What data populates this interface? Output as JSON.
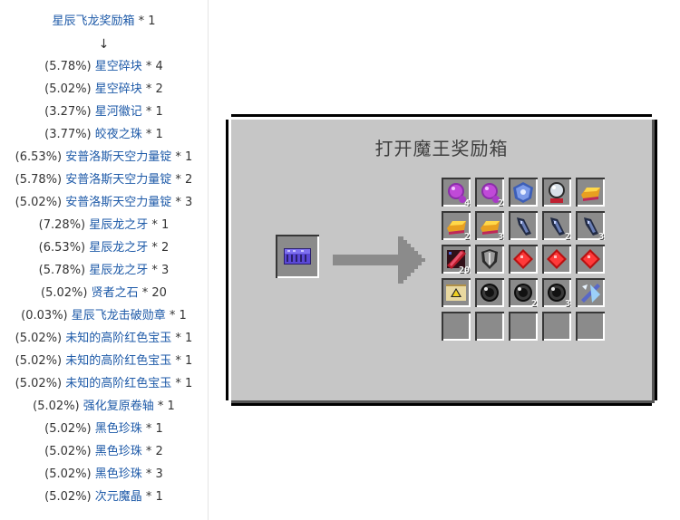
{
  "drop_list": {
    "source": {
      "name": "星辰飞龙奖励箱",
      "qty": "* 1"
    },
    "arrow": "↓",
    "items": [
      {
        "pct": "(5.78%)",
        "name": "星空碎块",
        "qty": "* 4"
      },
      {
        "pct": "(5.02%)",
        "name": "星空碎块",
        "qty": "* 2"
      },
      {
        "pct": "(3.27%)",
        "name": "星河徽记",
        "qty": "* 1"
      },
      {
        "pct": "(3.77%)",
        "name": "皎夜之珠",
        "qty": "* 1"
      },
      {
        "pct": "(6.53%)",
        "name": "安普洛斯天空力量锭",
        "qty": "* 1"
      },
      {
        "pct": "(5.78%)",
        "name": "安普洛斯天空力量锭",
        "qty": "* 2"
      },
      {
        "pct": "(5.02%)",
        "name": "安普洛斯天空力量锭",
        "qty": "* 3"
      },
      {
        "pct": "(7.28%)",
        "name": "星辰龙之牙",
        "qty": "* 1"
      },
      {
        "pct": "(6.53%)",
        "name": "星辰龙之牙",
        "qty": "* 2"
      },
      {
        "pct": "(5.78%)",
        "name": "星辰龙之牙",
        "qty": "* 3"
      },
      {
        "pct": "(5.02%)",
        "name": "贤者之石",
        "qty": "* 20"
      },
      {
        "pct": "(0.03%)",
        "name": "星辰飞龙击破勋章",
        "qty": "* 1"
      },
      {
        "pct": "(5.02%)",
        "name": "未知的高阶红色宝玉",
        "qty": "* 1"
      },
      {
        "pct": "(5.02%)",
        "name": "未知的高阶红色宝玉",
        "qty": "* 1"
      },
      {
        "pct": "(5.02%)",
        "name": "未知的高阶红色宝玉",
        "qty": "* 1"
      },
      {
        "pct": "(5.02%)",
        "name": "强化复原卷轴",
        "qty": "* 1"
      },
      {
        "pct": "(5.02%)",
        "name": "黑色珍珠",
        "qty": "* 1"
      },
      {
        "pct": "(5.02%)",
        "name": "黑色珍珠",
        "qty": "* 2"
      },
      {
        "pct": "(5.02%)",
        "name": "黑色珍珠",
        "qty": "* 3"
      },
      {
        "pct": "(5.02%)",
        "name": "次元魔晶",
        "qty": "* 1"
      }
    ]
  },
  "gui": {
    "title": "打开魔王奖励箱",
    "input_item": {
      "icon": "reward-chest-icon"
    },
    "colors": {
      "panel": "#c6c6c6",
      "slot": "#8b8b8b",
      "arrow": "#8b8b8b",
      "link": "#1e5aa8"
    },
    "output_slots": [
      {
        "icon": "purple-orb-icon",
        "count": "4"
      },
      {
        "icon": "purple-orb-icon",
        "count": "2"
      },
      {
        "icon": "blue-emblem-icon",
        "count": ""
      },
      {
        "icon": "pearl-orb-icon",
        "count": ""
      },
      {
        "icon": "ingot-icon",
        "count": ""
      },
      {
        "icon": "ingot-icon",
        "count": "2"
      },
      {
        "icon": "ingot-icon",
        "count": "3"
      },
      {
        "icon": "dragon-fang-icon",
        "count": ""
      },
      {
        "icon": "dragon-fang-icon",
        "count": "2"
      },
      {
        "icon": "dragon-fang-icon",
        "count": "3"
      },
      {
        "icon": "philosopher-stone-icon",
        "count": "20"
      },
      {
        "icon": "shield-medal-icon",
        "count": ""
      },
      {
        "icon": "red-gem-icon",
        "count": ""
      },
      {
        "icon": "red-gem-icon",
        "count": ""
      },
      {
        "icon": "red-gem-icon",
        "count": ""
      },
      {
        "icon": "scroll-icon",
        "count": ""
      },
      {
        "icon": "black-pearl-icon",
        "count": ""
      },
      {
        "icon": "black-pearl-icon",
        "count": "2"
      },
      {
        "icon": "black-pearl-icon",
        "count": "3"
      },
      {
        "icon": "dimension-crystal-icon",
        "count": ""
      },
      {
        "icon": "",
        "count": ""
      },
      {
        "icon": "",
        "count": ""
      },
      {
        "icon": "",
        "count": ""
      },
      {
        "icon": "",
        "count": ""
      },
      {
        "icon": "",
        "count": ""
      }
    ]
  }
}
